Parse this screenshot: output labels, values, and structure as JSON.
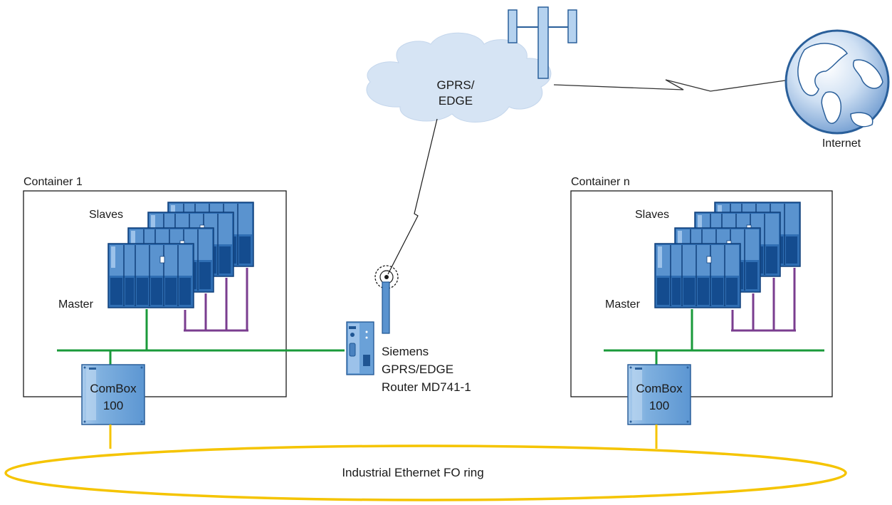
{
  "cloud": {
    "line1": "GPRS/",
    "line2": "EDGE"
  },
  "internet": {
    "label": "Internet"
  },
  "container_left": {
    "title": "Container 1",
    "slaves_label": "Slaves",
    "master_label": "Master",
    "combox_line1": "ComBox",
    "combox_line2": "100"
  },
  "container_right": {
    "title": "Container n",
    "slaves_label": "Slaves",
    "master_label": "Master",
    "combox_line1": "ComBox",
    "combox_line2": "100"
  },
  "router": {
    "line1": "Siemens",
    "line2": "GPRS/EDGE",
    "line3": "Router MD741-1"
  },
  "ring": {
    "label": "Industrial Ethernet FO ring"
  },
  "colors": {
    "ethernet_green": "#1a9a3a",
    "fo_ring_yellow": "#f5c400",
    "profibus_purple": "#7a3d8f",
    "device_blue": "#2a6fb5",
    "cloud_blue": "#d8e6f5"
  }
}
